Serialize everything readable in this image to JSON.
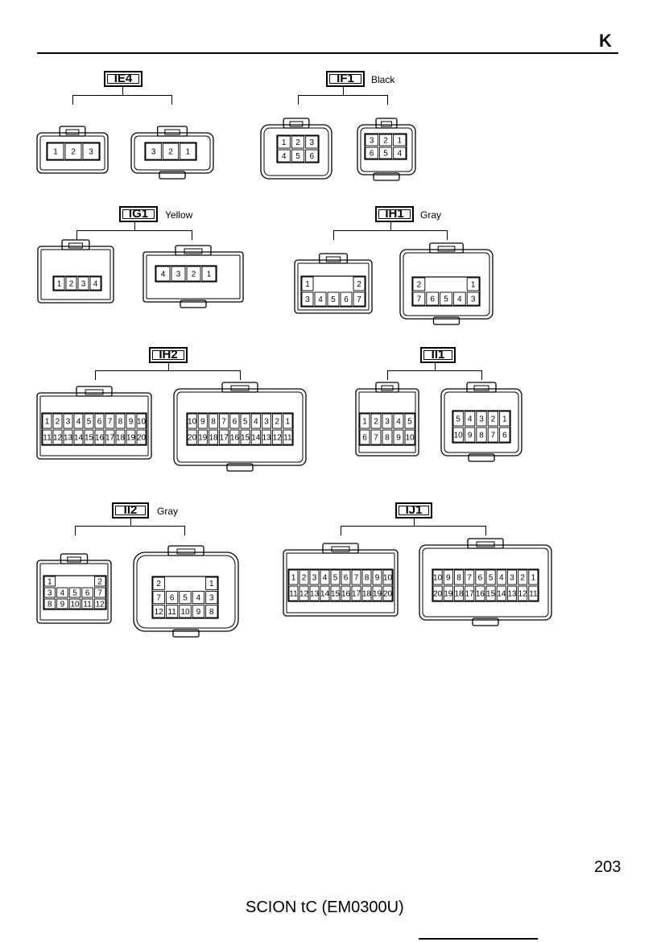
{
  "page": {
    "section_letter": "K",
    "page_number": "203",
    "footer_title": "SCION tC (EM0300U)"
  },
  "connectors": [
    {
      "code": "IE4",
      "color": "",
      "views": [
        {
          "grid": [
            [
              "1",
              "2",
              "3"
            ]
          ]
        },
        {
          "grid": [
            [
              "3",
              "2",
              "1"
            ]
          ]
        }
      ]
    },
    {
      "code": "IF1",
      "color": "Black",
      "views": [
        {
          "grid": [
            [
              "1",
              "2",
              "3"
            ],
            [
              "4",
              "5",
              "6"
            ]
          ]
        },
        {
          "grid": [
            [
              "3",
              "2",
              "1"
            ],
            [
              "6",
              "5",
              "4"
            ]
          ]
        }
      ]
    },
    {
      "code": "IG1",
      "color": "Yellow",
      "views": [
        {
          "grid": [
            [
              "1",
              "2",
              "3",
              "4"
            ]
          ]
        },
        {
          "grid": [
            [
              "4",
              "3",
              "2",
              "1"
            ]
          ]
        }
      ]
    },
    {
      "code": "IH1",
      "color": "Gray",
      "views": [
        {
          "grid": [
            [
              "1",
              "",
              "",
              "",
              "2"
            ],
            [
              "3",
              "4",
              "5",
              "6",
              "7"
            ]
          ]
        },
        {
          "grid": [
            [
              "2",
              "",
              "",
              "",
              "1"
            ],
            [
              "7",
              "6",
              "5",
              "4",
              "3"
            ]
          ]
        }
      ]
    },
    {
      "code": "IH2",
      "color": "",
      "views": [
        {
          "grid": [
            [
              "1",
              "2",
              "3",
              "4",
              "5",
              "6",
              "7",
              "8",
              "9",
              "10"
            ],
            [
              "11",
              "12",
              "13",
              "14",
              "15",
              "16",
              "17",
              "18",
              "19",
              "20"
            ]
          ]
        },
        {
          "grid": [
            [
              "10",
              "9",
              "8",
              "7",
              "6",
              "5",
              "4",
              "3",
              "2",
              "1"
            ],
            [
              "20",
              "19",
              "18",
              "17",
              "16",
              "15",
              "14",
              "13",
              "12",
              "11"
            ]
          ]
        }
      ]
    },
    {
      "code": "II1",
      "color": "",
      "views": [
        {
          "grid": [
            [
              "1",
              "2",
              "3",
              "4",
              "5"
            ],
            [
              "6",
              "7",
              "8",
              "9",
              "10"
            ]
          ]
        },
        {
          "grid": [
            [
              "5",
              "4",
              "3",
              "2",
              "1"
            ],
            [
              "10",
              "9",
              "8",
              "7",
              "6"
            ]
          ]
        }
      ]
    },
    {
      "code": "II2",
      "color": "Gray",
      "views": [
        {
          "grid": [
            [
              "1",
              "",
              "",
              "",
              "2"
            ],
            [
              "3",
              "4",
              "5",
              "6",
              "7"
            ],
            [
              "8",
              "9",
              "10",
              "11",
              "12"
            ]
          ]
        },
        {
          "grid": [
            [
              "2",
              "",
              "",
              "",
              "1"
            ],
            [
              "7",
              "6",
              "5",
              "4",
              "3"
            ],
            [
              "12",
              "11",
              "10",
              "9",
              "8"
            ]
          ]
        }
      ]
    },
    {
      "code": "IJ1",
      "color": "",
      "views": [
        {
          "grid": [
            [
              "1",
              "2",
              "3",
              "4",
              "5",
              "6",
              "7",
              "8",
              "9",
              "10"
            ],
            [
              "11",
              "12",
              "13",
              "14",
              "15",
              "16",
              "17",
              "18",
              "19",
              "20"
            ]
          ]
        },
        {
          "grid": [
            [
              "10",
              "9",
              "8",
              "7",
              "6",
              "5",
              "4",
              "3",
              "2",
              "1"
            ],
            [
              "20",
              "19",
              "18",
              "17",
              "16",
              "15",
              "14",
              "13",
              "12",
              "11"
            ]
          ]
        }
      ]
    }
  ]
}
